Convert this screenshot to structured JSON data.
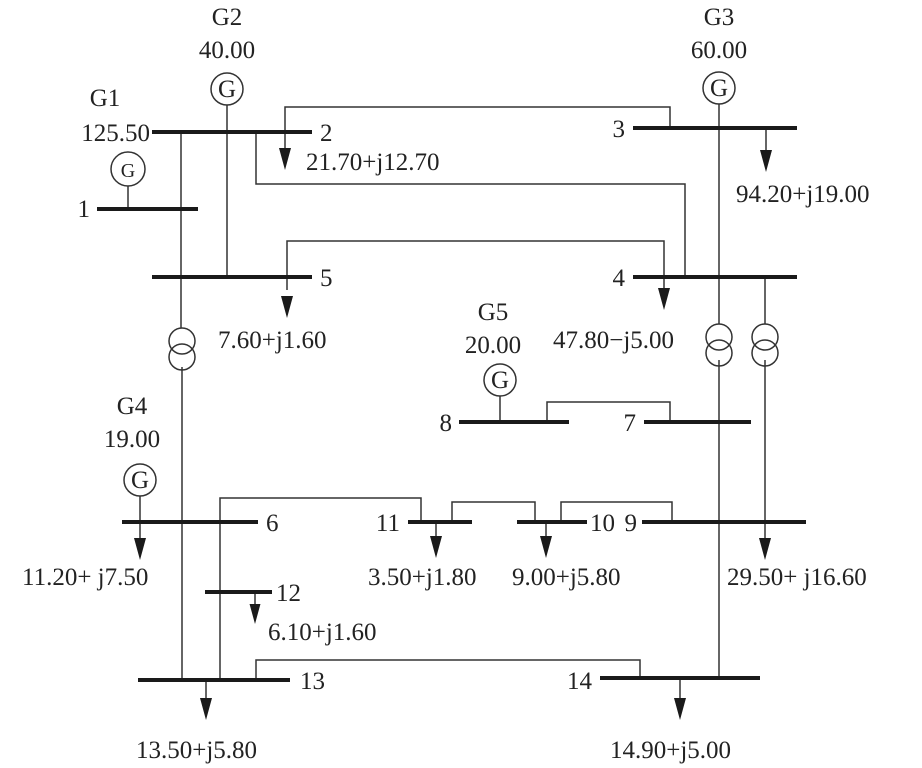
{
  "title": "IEEE 14-bus system",
  "buses": [
    "1",
    "2",
    "3",
    "4",
    "5",
    "6",
    "7",
    "8",
    "9",
    "10",
    "11",
    "12",
    "13",
    "14"
  ],
  "generators": {
    "G1": {
      "name": "G1",
      "output": "125.50"
    },
    "G2": {
      "name": "G2",
      "output": "40.00"
    },
    "G3": {
      "name": "G3",
      "output": "60.00"
    },
    "G4": {
      "name": "G4",
      "output": "19.00"
    },
    "G5": {
      "name": "G5",
      "output": "20.00"
    }
  },
  "generator_symbol": "G",
  "loads": {
    "b2": "21.70+j12.70",
    "b3": "94.20+j19.00",
    "b4": "47.80−j5.00",
    "b5": "7.60+j1.60",
    "b6": "11.20+ j7.50",
    "b9": "29.50+ j16.60",
    "b10": "9.00+j5.80",
    "b11": "3.50+j1.80",
    "b12": "6.10+j1.60",
    "b13": "13.50+j5.80",
    "b14": "14.90+j5.00"
  }
}
